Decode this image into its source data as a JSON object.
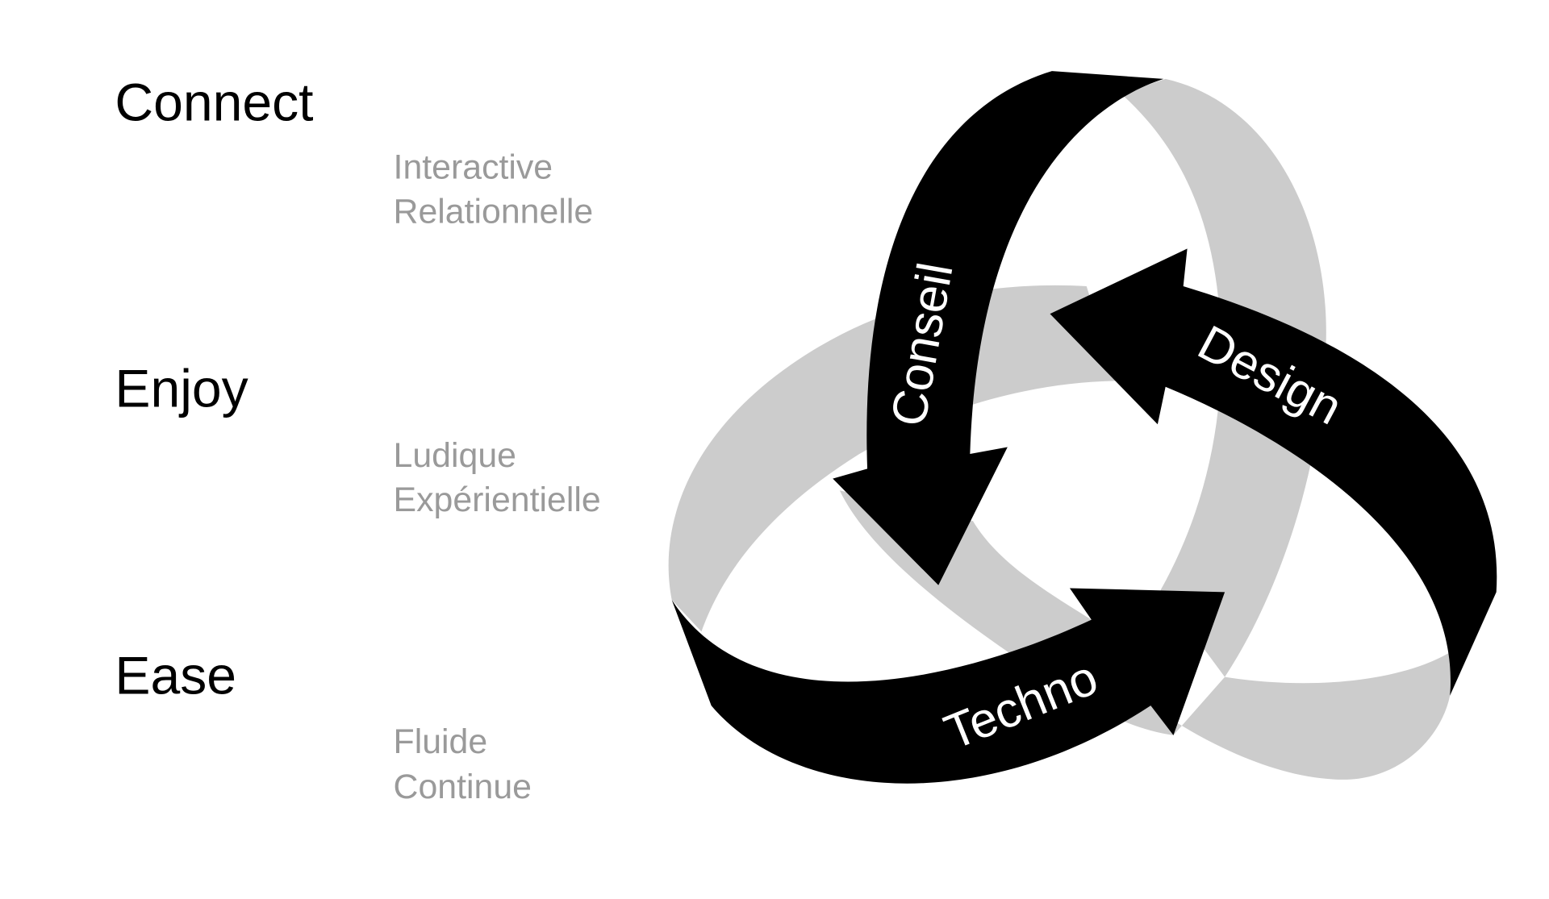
{
  "pillars": [
    {
      "title": "Connect",
      "subs": [
        "Interactive",
        "Relationnelle"
      ]
    },
    {
      "title": "Enjoy",
      "subs": [
        "Ludique",
        "Expérientielle"
      ]
    },
    {
      "title": "Ease",
      "subs": [
        "Fluide",
        "Continue"
      ]
    }
  ],
  "cycle": {
    "arrows": [
      "Conseil",
      "Design",
      "Techno"
    ]
  },
  "colors": {
    "band": "#000000",
    "ring": "#cccccc",
    "subtext": "#9a9a9a"
  }
}
